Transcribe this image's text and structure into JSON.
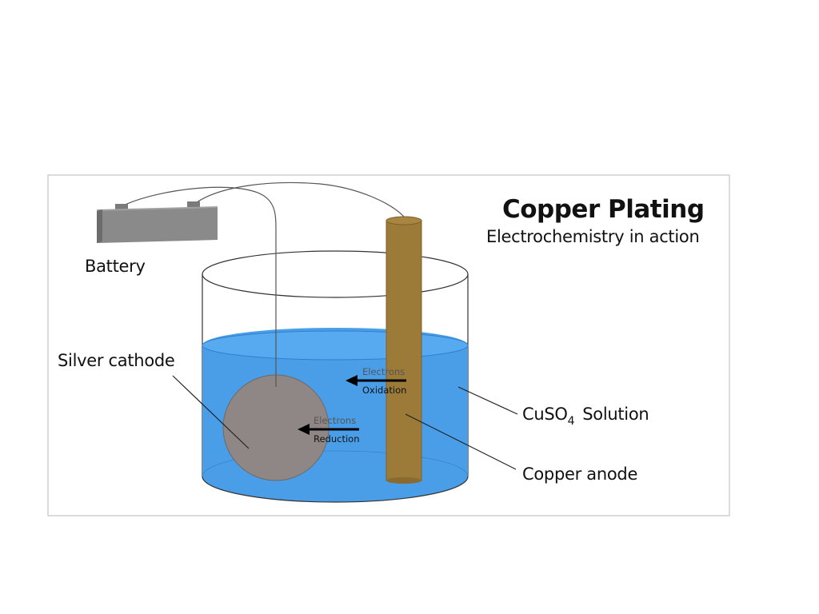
{
  "title": "Copper Plating",
  "subtitle": "Electrochemistry in action",
  "labels": {
    "battery": "Battery",
    "silver_cathode": "Silver cathode",
    "solution_formula_base": "CuSO",
    "solution_formula_subscript": "4",
    "solution_word": "Solution",
    "copper_anode": "Copper anode"
  },
  "arrows": {
    "oxidation": {
      "top": "Electrons",
      "bottom": "Oxidation"
    },
    "reduction": {
      "top": "Electrons",
      "bottom": "Reduction"
    }
  },
  "battery_terminals": {
    "negative": "−",
    "positive": "+"
  },
  "colors": {
    "solution": "#4a9ee8",
    "copper": "#9c7a38",
    "silver": "#8f8786",
    "battery": "#8a8a8a"
  }
}
